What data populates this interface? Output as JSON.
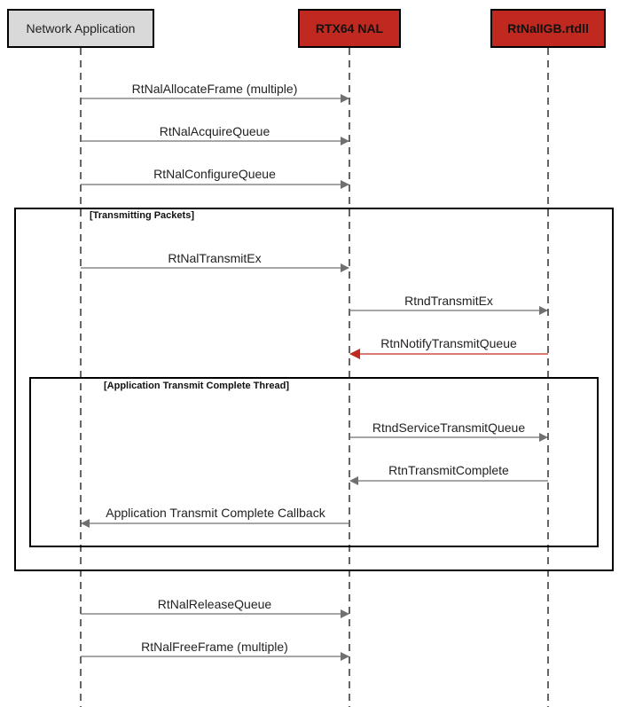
{
  "participants": {
    "app": "Network Application",
    "nal": "RTX64 NAL",
    "igb": "RtNalIGB.rtdll"
  },
  "frames": {
    "transmitting": "[Transmitting Packets]",
    "complete_thread": "[Application Transmit Complete Thread]"
  },
  "messages": [
    {
      "label": "RtNalAllocateFrame (multiple)",
      "from": "app",
      "to": "nal"
    },
    {
      "label": "RtNalAcquireQueue",
      "from": "app",
      "to": "nal"
    },
    {
      "label": "RtNalConfigureQueue",
      "from": "app",
      "to": "nal"
    },
    {
      "label": "RtNalTransmitEx",
      "from": "app",
      "to": "nal"
    },
    {
      "label": "RtndTransmitEx",
      "from": "nal",
      "to": "igb"
    },
    {
      "label": "RtnNotifyTransmitQueue",
      "from": "igb",
      "to": "nal"
    },
    {
      "label": "RtndServiceTransmitQueue",
      "from": "nal",
      "to": "igb"
    },
    {
      "label": "RtnTransmitComplete",
      "from": "igb",
      "to": "nal"
    },
    {
      "label": "Application Transmit Complete Callback",
      "from": "nal",
      "to": "app"
    },
    {
      "label": "RtNalReleaseQueue",
      "from": "app",
      "to": "nal"
    },
    {
      "label": "RtNalFreeFrame (multiple)",
      "from": "app",
      "to": "nal"
    }
  ],
  "colors": {
    "arrow": "#707070",
    "notify_arrow": "#c0291f",
    "header_red": "#c0291f",
    "header_gray": "#d9d9d9"
  }
}
